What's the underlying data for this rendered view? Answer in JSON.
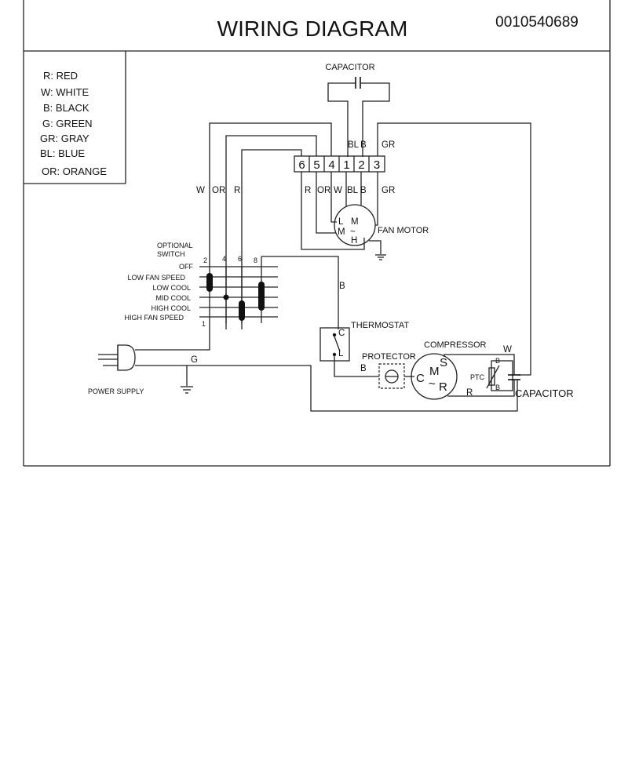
{
  "title": "WIRING DIAGRAM",
  "code": "0010540689",
  "legend": [
    {
      "text": "R: RED"
    },
    {
      "text": "W: WHITE"
    },
    {
      "text": "B: BLACK"
    },
    {
      "text": "G: GREEN"
    },
    {
      "text": "GR: GRAY"
    },
    {
      "text": "BL: BLUE"
    },
    {
      "text": "OR: ORANGE"
    }
  ],
  "labels": {
    "capacitor_top": "CAPACITOR",
    "fan_motor": "FAN MOTOR",
    "optional_switch": "OPTIONAL",
    "optional_switch2": "SWITCH",
    "thermostat": "THERMOSTAT",
    "protector": "PROTECTOR",
    "compressor": "COMPRESSOR",
    "power_supply": "POWER SUPPLY",
    "ptc": "PTC",
    "capacitor_right": "CAPACITOR"
  },
  "terminal_block": [
    "6",
    "5",
    "4",
    "1",
    "2",
    "3"
  ],
  "wires_above_block": {
    "bl": "BL",
    "b": "B",
    "gr": "GR"
  },
  "wires_below_block": [
    "R",
    "OR",
    "W",
    "BL",
    "B",
    "GR"
  ],
  "left_wires": [
    "W",
    "OR",
    "R"
  ],
  "switch_positions": [
    "OFF",
    "LOW FAN SPEED",
    "LOW COOL",
    "MID COOL",
    "HIGH COOL",
    "HIGH FAN SPEED"
  ],
  "switch_pins": {
    "p2": "2",
    "p4": "4",
    "p6": "6",
    "p8": "8",
    "p1": "1"
  },
  "motor": {
    "l": "L",
    "m": "M",
    "m2": "M",
    "h": "H",
    "sym": "~"
  },
  "thermostat_pins": {
    "c": "C",
    "l": "L"
  },
  "compressor_pins": {
    "c": "C",
    "m": "M",
    "s": "S",
    "r": "R",
    "sym": "~"
  },
  "misc_wires": {
    "b_thermo": "B",
    "b_protector": "B",
    "g": "G",
    "w": "W",
    "r": "R",
    "ptc_b1": "B",
    "ptc_b2": "B"
  }
}
